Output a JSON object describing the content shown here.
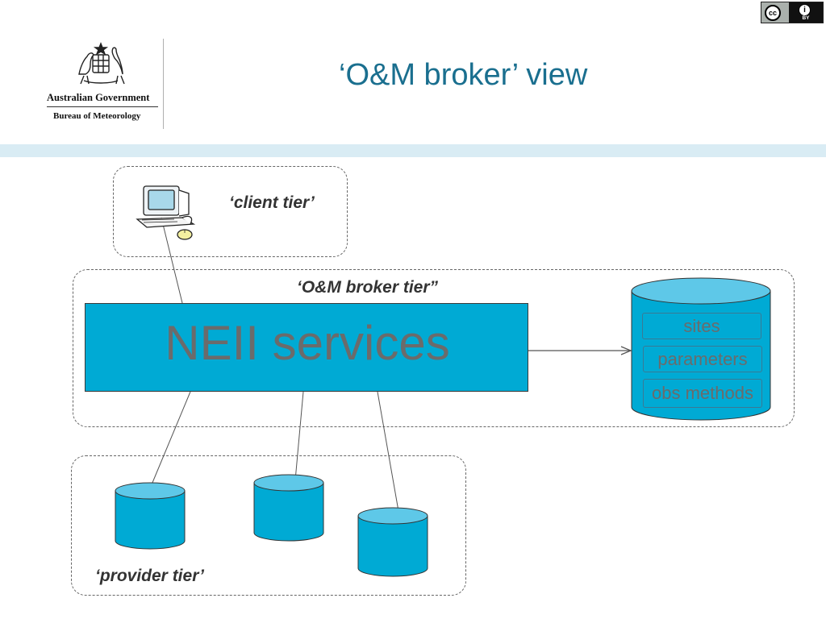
{
  "header": {
    "title": "‘O&M broker’ view",
    "logo": {
      "government": "Australian Government",
      "bureau": "Bureau of Meteorology"
    },
    "license_badge": {
      "cc_mark": "cc",
      "attribution_mark": "i",
      "by_label": "BY"
    }
  },
  "diagram": {
    "tiers": {
      "client": "‘client tier’",
      "broker": "‘O&M broker tier”",
      "provider": "‘provider tier’"
    },
    "services_label": "NEII services",
    "catalogue_entries": [
      "sites",
      "parameters",
      "obs methods"
    ],
    "icons": {
      "client_icon": "desktop-computer-icon",
      "catalogue_icon": "database-cylinder-icon",
      "provider_icon": "database-cylinder-icon"
    },
    "colors": {
      "title": "#1a6f8f",
      "services_fill": "#00aad4",
      "cylinder_top": "#5ec8e8",
      "cylinder_body": "#00aad4",
      "band": "#d9ecf4"
    }
  }
}
